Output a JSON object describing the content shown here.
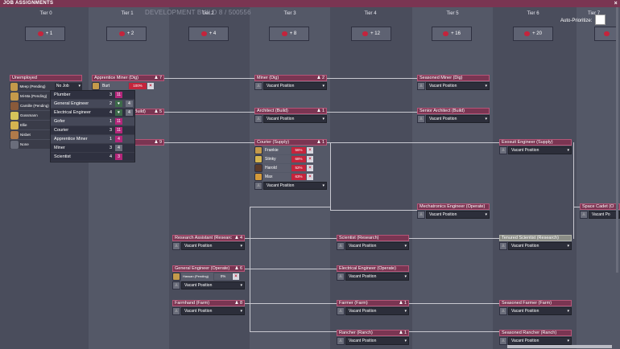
{
  "window": {
    "title": "JOB ASSIGNMENTS",
    "close": "×"
  },
  "dev_build": "DEVELOPMENT BUILD 8 / 500556",
  "auto_prioritize": "Auto-Prioritize:",
  "tiers": [
    {
      "label": "Tier 0",
      "bonus": "+ 1"
    },
    {
      "label": "Tier 1",
      "bonus": "+ 2"
    },
    {
      "label": "Tier 2",
      "bonus": "+ 4"
    },
    {
      "label": "Tier 3",
      "bonus": "+ 8"
    },
    {
      "label": "Tier 4",
      "bonus": "+ 12"
    },
    {
      "label": "Tier 5",
      "bonus": "+ 16"
    },
    {
      "label": "Tier 6",
      "bonus": "+ 20"
    },
    {
      "label": "Tier 7",
      "bonus": ""
    }
  ],
  "unemployed": {
    "title": "Unemployed",
    "dupes": [
      {
        "name": "Meep (Pending)",
        "job": "No Job"
      },
      {
        "name": "Mi-Ma (Pending)",
        "job": ""
      },
      {
        "name": "Camille (Pending)",
        "job": ""
      },
      {
        "name": "Gossmann",
        "job": ""
      },
      {
        "name": "Ellie",
        "job": ""
      },
      {
        "name": "Nisbet",
        "job": ""
      },
      {
        "name": "",
        "job": "None"
      }
    ]
  },
  "popup": [
    {
      "label": "Plumber",
      "n": "3",
      "a": "",
      "b": "11"
    },
    {
      "label": "General Engineer",
      "n": "2",
      "a": "♥",
      "b": "4"
    },
    {
      "label": "Electrical Engineer",
      "n": "4",
      "a": "♥",
      "b": "4"
    },
    {
      "label": "Gofer",
      "n": "1",
      "a": "",
      "b": "11"
    },
    {
      "label": "Courier",
      "n": "3",
      "a": "",
      "b": "11"
    },
    {
      "label": "Apprentice Miner",
      "n": "1",
      "a": "",
      "b": "4"
    },
    {
      "label": "Miner",
      "n": "3",
      "a": "",
      "b": "4"
    },
    {
      "label": "Scientist",
      "n": "4",
      "a": "",
      "b": "3"
    }
  ],
  "cards": {
    "apprentice_miner": {
      "title": "Apprentice Miner (Dig)",
      "count": "7",
      "dupe": "Burt",
      "pct": "100%"
    },
    "card_t1_build": {
      "title": "(Build)",
      "count": "5"
    },
    "card_t1_supply": {
      "title": "",
      "count": "9"
    },
    "miner": {
      "title": "Miner (Dig)",
      "count": "2",
      "vacant": "Vacant Position"
    },
    "architect": {
      "title": "Architect (Build)",
      "count": "1",
      "vacant": "Vacant Position"
    },
    "courier": {
      "title": "Courier (Supply)",
      "count": "1",
      "vacant": "Vacant Position",
      "dupes": [
        {
          "name": "Frankie",
          "pct": "56%"
        },
        {
          "name": "Stinky",
          "pct": "68%"
        },
        {
          "name": "Harold",
          "pct": "52%"
        },
        {
          "name": "Max",
          "pct": "63%"
        }
      ]
    },
    "seasoned_miner": {
      "title": "Seasoned Miner (Dig)",
      "vacant": "Vacant Position"
    },
    "senior_architect": {
      "title": "Senior Architect (Build)",
      "vacant": "Vacant Position"
    },
    "mechatronics": {
      "title": "Mechatronics Engineer (Operate)",
      "vacant": "Vacant Position"
    },
    "exosuit": {
      "title": "Exosuit Engineer (Supply)",
      "vacant": "Vacant Position"
    },
    "space_cadet": {
      "title": "Space Cadet (O",
      "vacant": "Vacant Po"
    },
    "research_asst": {
      "title": "Research Assistant (Researc",
      "count": "4",
      "vacant": "Vacant Position"
    },
    "scientist": {
      "title": "Scientist (Research)",
      "vacant": "Vacant Position"
    },
    "tenured": {
      "title": "Tenured Scientist (Research)",
      "vacant": "Vacant Position"
    },
    "gen_engineer": {
      "title": "General Engineer (Operate)",
      "count": "6",
      "dupe": "Hassan (Pending)",
      "pct": "0%",
      "vacant": "Vacant Position"
    },
    "elec_engineer": {
      "title": "Electrical Engineer (Operate)",
      "vacant": "Vacant Position"
    },
    "farmhand": {
      "title": "Farmhand (Farm)",
      "count": "8",
      "vacant": "Vacant Position"
    },
    "farmer": {
      "title": "Farmer (Farm)",
      "count": "1",
      "vacant": "Vacant Position"
    },
    "seasoned_farmer": {
      "title": "Seasoned Farmer (Farm)",
      "vacant": "Vacant Position"
    },
    "rancher": {
      "title": "Rancher (Ranch)",
      "count": "1",
      "vacant": "Vacant Position"
    },
    "seasoned_rancher": {
      "title": "Seasoned Rancher (Ranch)",
      "vacant": "Vacant Position"
    }
  }
}
